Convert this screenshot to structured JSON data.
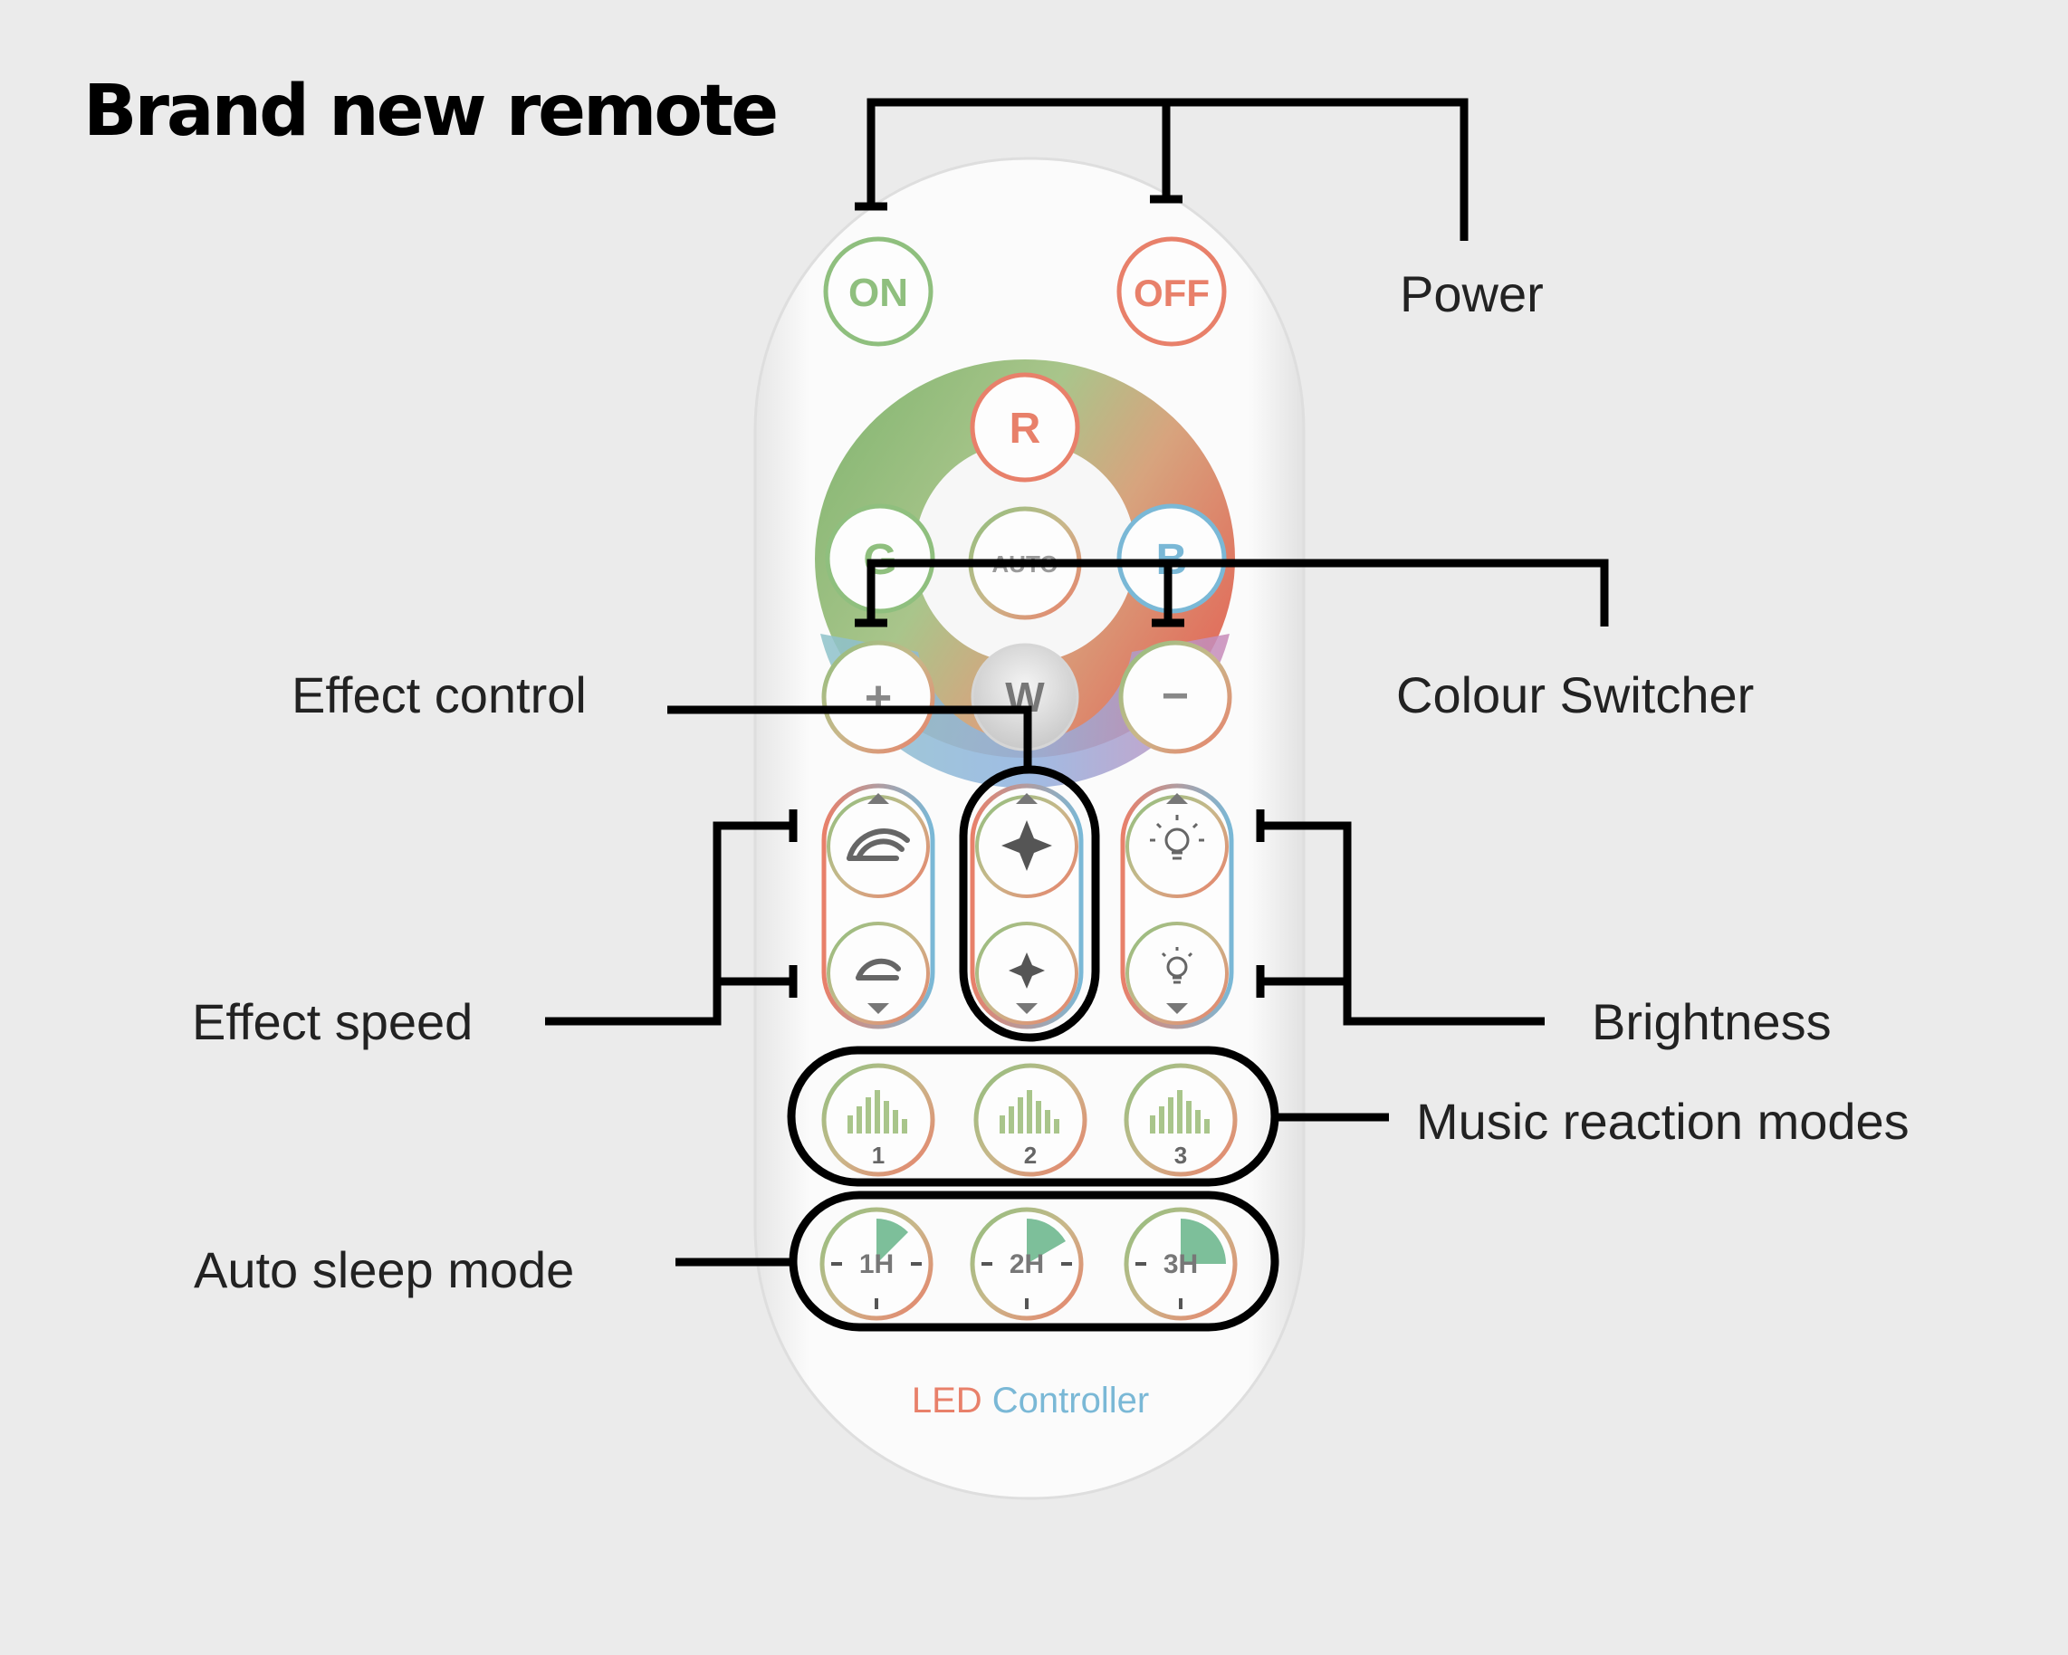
{
  "title": "Brand new remote",
  "remote": {
    "on_label": "ON",
    "off_label": "OFF",
    "red_label": "R",
    "green_label": "G",
    "blue_label": "B",
    "auto_label": "AUTO",
    "plus_label": "+",
    "minus_label": "−",
    "white_label": "W",
    "music_labels": [
      "1",
      "2",
      "3"
    ],
    "sleep_labels": [
      "1H",
      "2H",
      "3H"
    ],
    "brand_led": "LED",
    "brand_controller": "Controller",
    "icons": {
      "speed_up": "speed-up-icon",
      "speed_down": "speed-down-icon",
      "effect_up": "effect-up-icon",
      "effect_down": "effect-down-icon",
      "brightness_up": "brightness-up-icon",
      "brightness_down": "brightness-down-icon",
      "music": "music-bars-icon",
      "timer": "timer-icon"
    }
  },
  "callouts": {
    "power": "Power",
    "effect_control": "Effect control",
    "colour_switcher": "Colour Switcher",
    "effect_speed": "Effect speed",
    "brightness": "Brightness",
    "music_modes": "Music reaction modes",
    "auto_sleep": "Auto sleep mode"
  },
  "colors": {
    "background": "#ebebeb",
    "remote_body": "#fafafa",
    "red": "#e8806a",
    "green": "#8fbf7e",
    "blue": "#7ab8d6",
    "callout_line": "#000000",
    "label_text": "#222222"
  }
}
